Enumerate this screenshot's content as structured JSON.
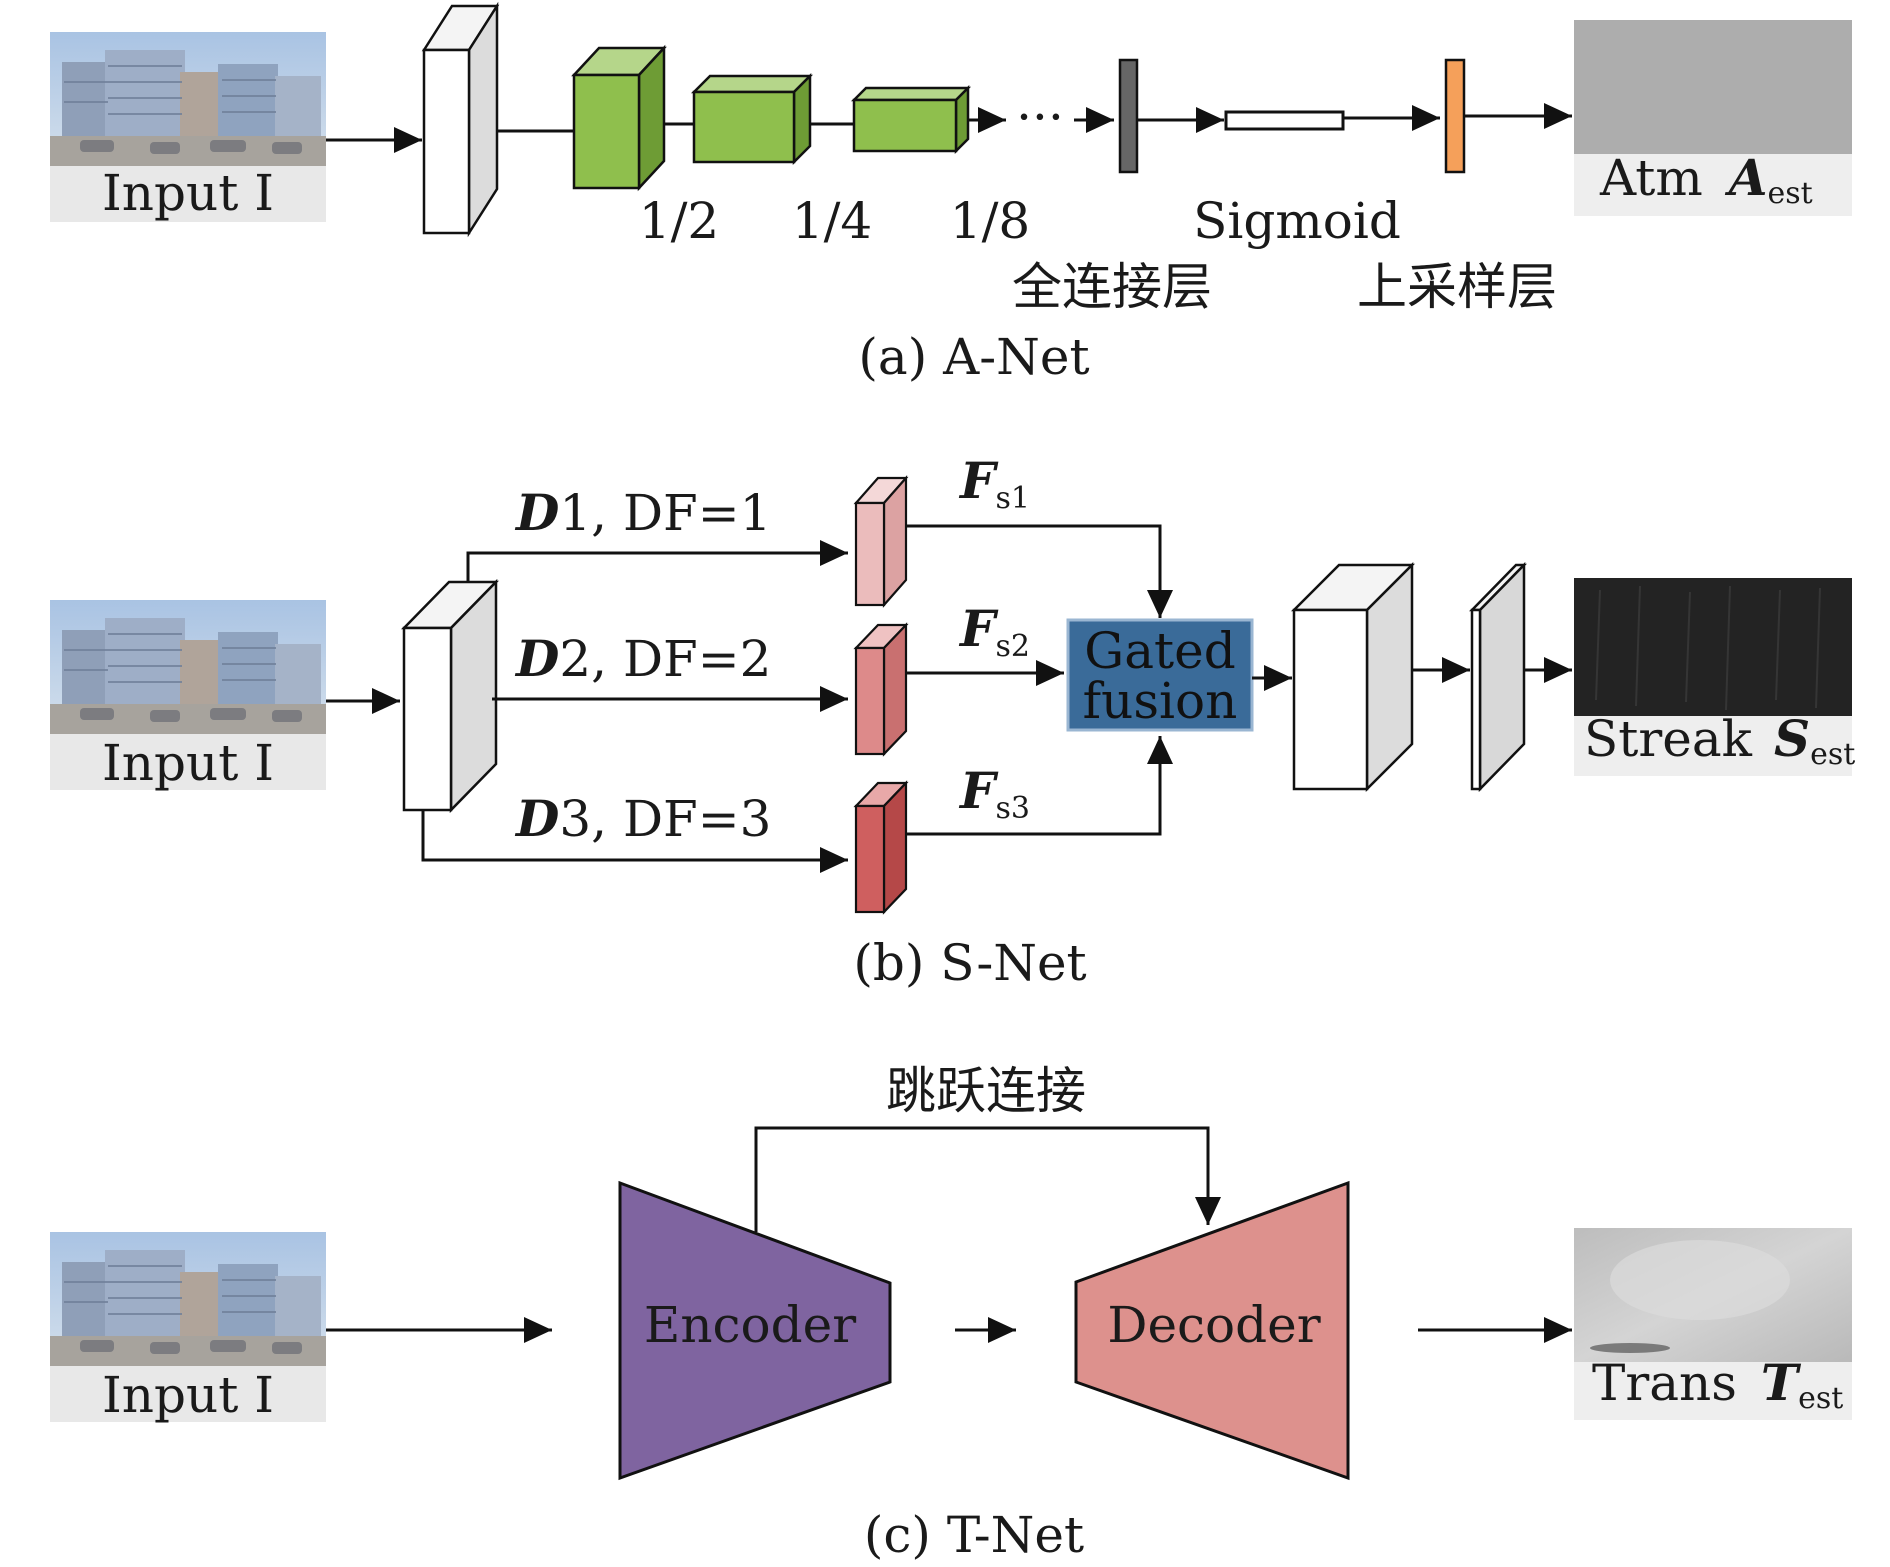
{
  "panel_a": {
    "input_label": "Input I",
    "scale_half": "1/2",
    "scale_quarter": "1/4",
    "scale_eighth": "1/8",
    "ellipsis": "···",
    "sigmoid_label": "Sigmoid",
    "fc_label": "全连接层",
    "upsample_label": "上采样层",
    "output_name": "Atm",
    "output_symbol": "A",
    "output_sub": "est",
    "caption": "(a) A-Net",
    "colors": {
      "block_green": "#8fbf4d",
      "fc_bar": "#666666",
      "upsample_bar": "#f5a05a",
      "output_bg": "#adadad"
    }
  },
  "panel_b": {
    "input_label": "Input I",
    "branches": [
      {
        "symbol": "D",
        "num": "1",
        "df": ", DF=1",
        "feat_symbol": "F",
        "feat_sub": "s1"
      },
      {
        "symbol": "D",
        "num": "2",
        "df": ", DF=2",
        "feat_symbol": "F",
        "feat_sub": "s2"
      },
      {
        "symbol": "D",
        "num": "3",
        "df": ", DF=3",
        "feat_symbol": "F",
        "feat_sub": "s3"
      }
    ],
    "gated_line1": "Gated",
    "gated_line2": "fusion",
    "output_name": "Streak",
    "output_symbol": "S",
    "output_sub": "est",
    "caption": "(b) S-Net",
    "colors": {
      "gated_box": "#3a6b99",
      "branch1": "#ebbcbc",
      "branch2": "#dd8a8a",
      "branch3": "#cf5f5f",
      "output_bg": "#232323"
    }
  },
  "panel_c": {
    "input_label": "Input I",
    "skip_label": "跳跃连接",
    "encoder_label": "Encoder",
    "decoder_label": "Decoder",
    "output_name": "Trans",
    "output_symbol": "T",
    "output_sub": "est",
    "caption": "(c) T-Net",
    "colors": {
      "encoder": "#7f64a0",
      "decoder": "#dd918d",
      "output_bg": "#c8c8c8"
    }
  }
}
